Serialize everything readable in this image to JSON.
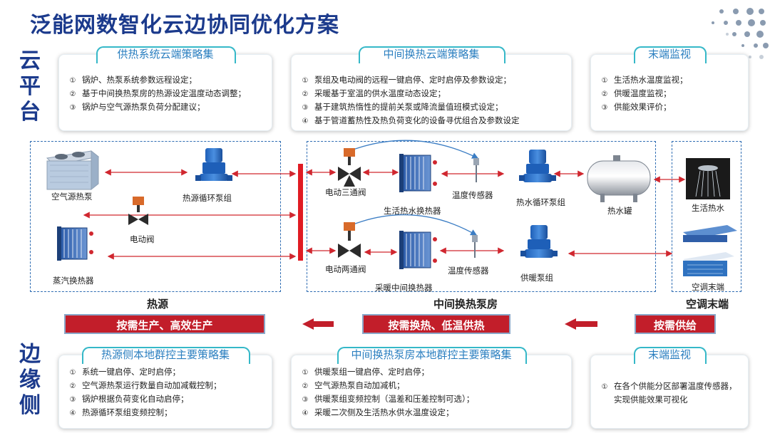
{
  "title": "泛能网数智化云边协同优化方案",
  "side_titles": {
    "cloud": [
      "云",
      "平",
      "台"
    ],
    "edge": [
      "边",
      "缘",
      "侧"
    ]
  },
  "cloud_panels": [
    {
      "title": "供热系统云端策略集",
      "items": [
        {
          "num": "①",
          "text": "锅炉、热泵系统参数远程设定；"
        },
        {
          "num": "②",
          "text": "基于中间换热泵房的热源设定温度动态调整；"
        },
        {
          "num": "③",
          "text": "锅炉与空气源热泵负荷分配建议；"
        }
      ]
    },
    {
      "title": "中间换热云端策略集",
      "items": [
        {
          "num": "①",
          "text": "泵组及电动阀的远程一键启停、定时启停及参数设定；"
        },
        {
          "num": "②",
          "text": "采暖基于室温的供水温度动态设定；"
        },
        {
          "num": "③",
          "text": "基于建筑热惰性的提前关泵或降流量值班模式设定；"
        },
        {
          "num": "④",
          "text": "基于管道蓄热性及热负荷变化的设备寻优组合及参数设定"
        }
      ]
    },
    {
      "title": "末端监视",
      "items": [
        {
          "num": "①",
          "text": "生活热水温度监视；"
        },
        {
          "num": "②",
          "text": "供暖温度监视；"
        },
        {
          "num": "③",
          "text": "供能效果评价；"
        }
      ]
    }
  ],
  "edge_panels": [
    {
      "title": "热源侧本地群控主要策略集",
      "items": [
        {
          "num": "①",
          "text": "系统一键启停、定时启停；"
        },
        {
          "num": "②",
          "text": "空气源热泵运行数量自动加减载控制；"
        },
        {
          "num": "③",
          "text": "锅炉根据负荷变化自动启停；"
        },
        {
          "num": "④",
          "text": "热源循环泵组变频控制；"
        }
      ]
    },
    {
      "title": "中间换热泵房本地群控主要策略集",
      "items": [
        {
          "num": "①",
          "text": "供暖泵组一键启停、定时启停；"
        },
        {
          "num": "②",
          "text": "空气源热泵自动加减机；"
        },
        {
          "num": "③",
          "text": "供暖泵组变频控制（温差和压差控制可选）；"
        },
        {
          "num": "④",
          "text": "采暖二次侧及生活热水供水温度设定；"
        }
      ]
    },
    {
      "title": "末端监视",
      "items": [
        {
          "num": "①",
          "text": "在各个供能分区部署温度传感器，"
        },
        {
          "num": "",
          "text": "实现供能效果可视化"
        }
      ]
    }
  ],
  "components": {
    "air_heat_pump": "空气源热泵",
    "heat_source_pump": "热源循环泵组",
    "electric_valve": "电动阀",
    "steam_exchanger": "蒸汽换热器",
    "three_way_valve": "电动三通阀",
    "dhw_exchanger": "生活热水换热器",
    "temp_sensor_1": "温度传感器",
    "hot_water_pump": "热水循环泵组",
    "hot_water_tank": "热水罐",
    "dhw": "生活热水",
    "two_way_valve": "电动两通阀",
    "heating_exchanger": "采暖中间换热器",
    "temp_sensor_2": "温度传感器",
    "heating_pump": "供暖泵组",
    "ac_terminal": "空调末端"
  },
  "zones": {
    "heat_source": "热源",
    "middle": "中间换热泵房",
    "terminal": "空调末端"
  },
  "banners": {
    "source": "按需生产、高效生产",
    "middle": "按需换热、低温供热",
    "terminal": "按需供给"
  },
  "colors": {
    "accent": "#1b3a8c",
    "banner": "#c21e2a",
    "arrow": "#d0272f",
    "zone_border": "#2f6db3",
    "panel_tab": "#35b8c8"
  }
}
